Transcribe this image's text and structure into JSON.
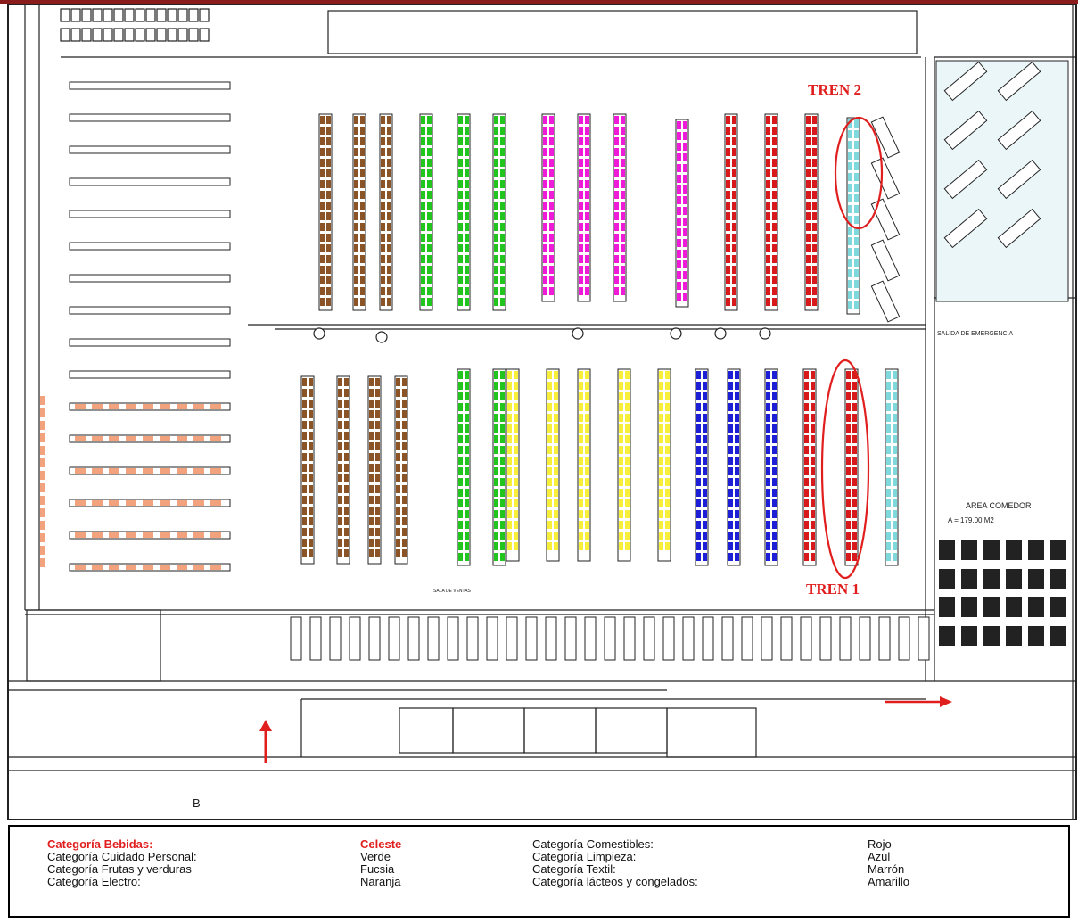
{
  "plan": {
    "labels": {
      "tren1": "TREN 1",
      "tren2": "TREN 2",
      "area_comedor": "AREA COMEDOR",
      "area_comedor_size": "A = 179.00 M2",
      "salida_emergencia": "SALIDA DE EMERGENCIA",
      "sala_ventas": "SALA DE VENTAS",
      "b_marker": "B"
    },
    "colors": {
      "bebidas": "#7fd8dc",
      "cuidado_personal": "#22c41e",
      "frutas_verduras": "#f01bd8",
      "electro": "#f2a37e",
      "comestibles": "#d8191c",
      "limpieza": "#1c1fd6",
      "textil": "#8a5426",
      "lacteos": "#f7ef3a",
      "highlight": "#e01e1e"
    }
  },
  "legend": {
    "rows": [
      {
        "category": "Categoría Bebidas:",
        "color": "Celeste"
      },
      {
        "category": "Categoría Cuidado Personal:",
        "color": "Verde"
      },
      {
        "category": "Categoría Frutas y verduras",
        "color": "Fucsia"
      },
      {
        "category": "Categoría Electro:",
        "color": "Naranja"
      }
    ],
    "rows2": [
      {
        "category": "Categoría Comestibles:",
        "color": "Rojo"
      },
      {
        "category": "Categoría Limpieza:",
        "color": "Azul"
      },
      {
        "category": "Categoría Textil:",
        "color": "Marrón"
      },
      {
        "category": "Categoría lácteos y congelados:",
        "color": "Amarillo"
      }
    ]
  }
}
